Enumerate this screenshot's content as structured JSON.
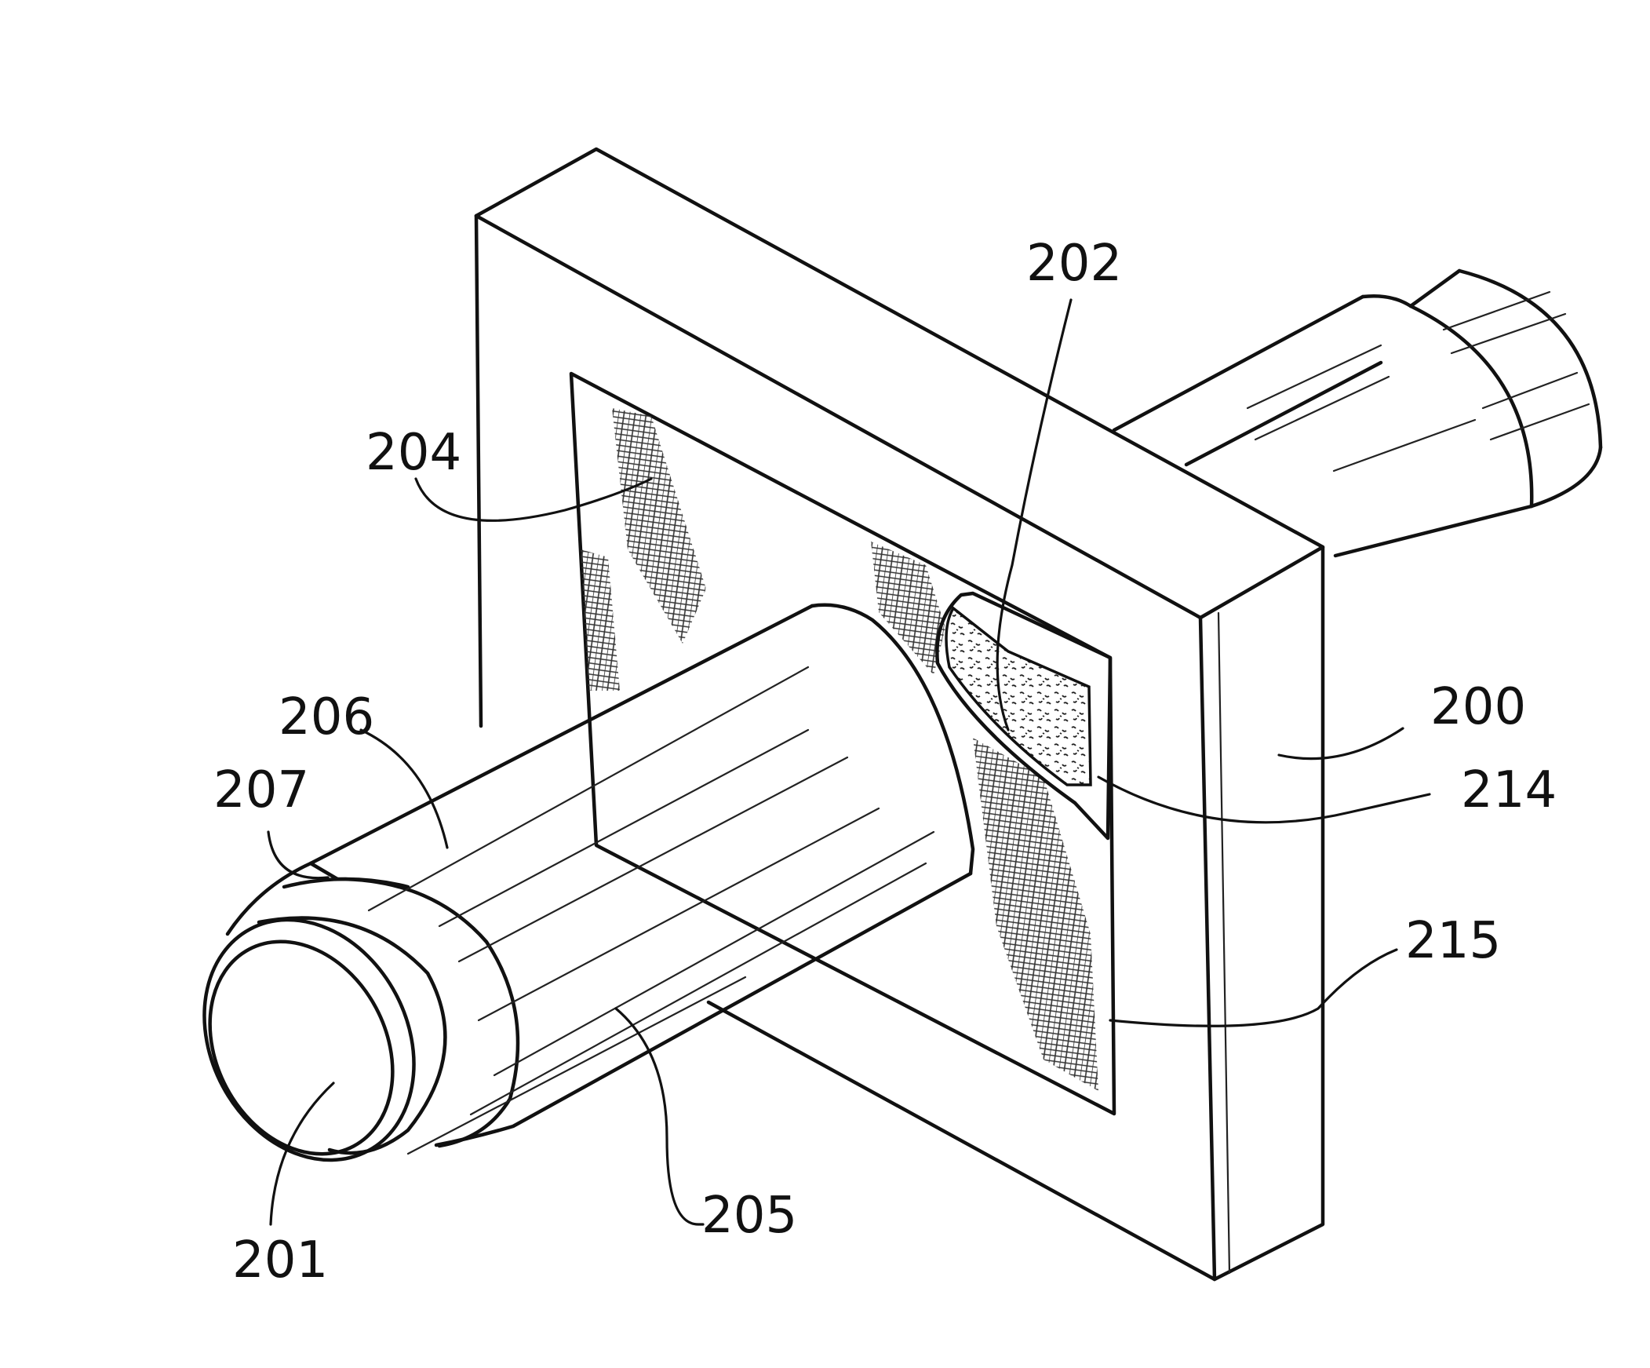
{
  "labels": {
    "l200": "200",
    "l201": "201",
    "l202": "202",
    "l204": "204",
    "l205": "205",
    "l206": "206",
    "l207": "207",
    "l214": "214",
    "l215": "215"
  }
}
